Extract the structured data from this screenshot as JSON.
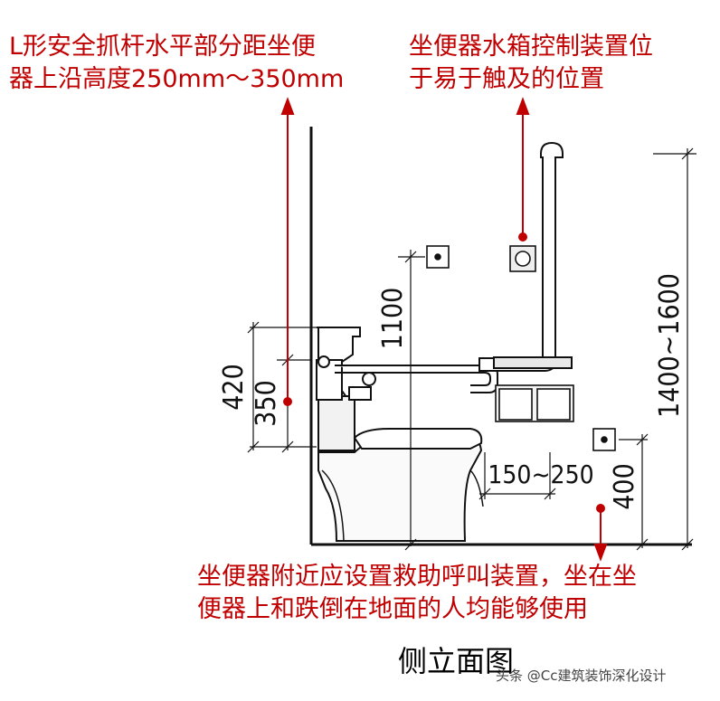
{
  "notes": {
    "top_left": [
      "L形安全抓杆水平部分距坐便",
      "器上沿高度250mm～350mm"
    ],
    "top_right": [
      "坐便器水箱控制装置位",
      "于易于触及的位置"
    ],
    "bottom": [
      "坐便器附近应设置救助呼叫装置，坐在坐",
      "便器上和跌倒在地面的人均能够使用"
    ]
  },
  "dimensions": {
    "d420": "420",
    "d350": "350",
    "d1100": "1100",
    "d1400_1600": "1400~1600",
    "d150_250": "150~250",
    "d400": "400"
  },
  "caption": "侧立面图",
  "watermark": "头条 @Cc建筑装饰深化设计",
  "colors": {
    "annotation": "#c00000",
    "line": "#111111"
  }
}
